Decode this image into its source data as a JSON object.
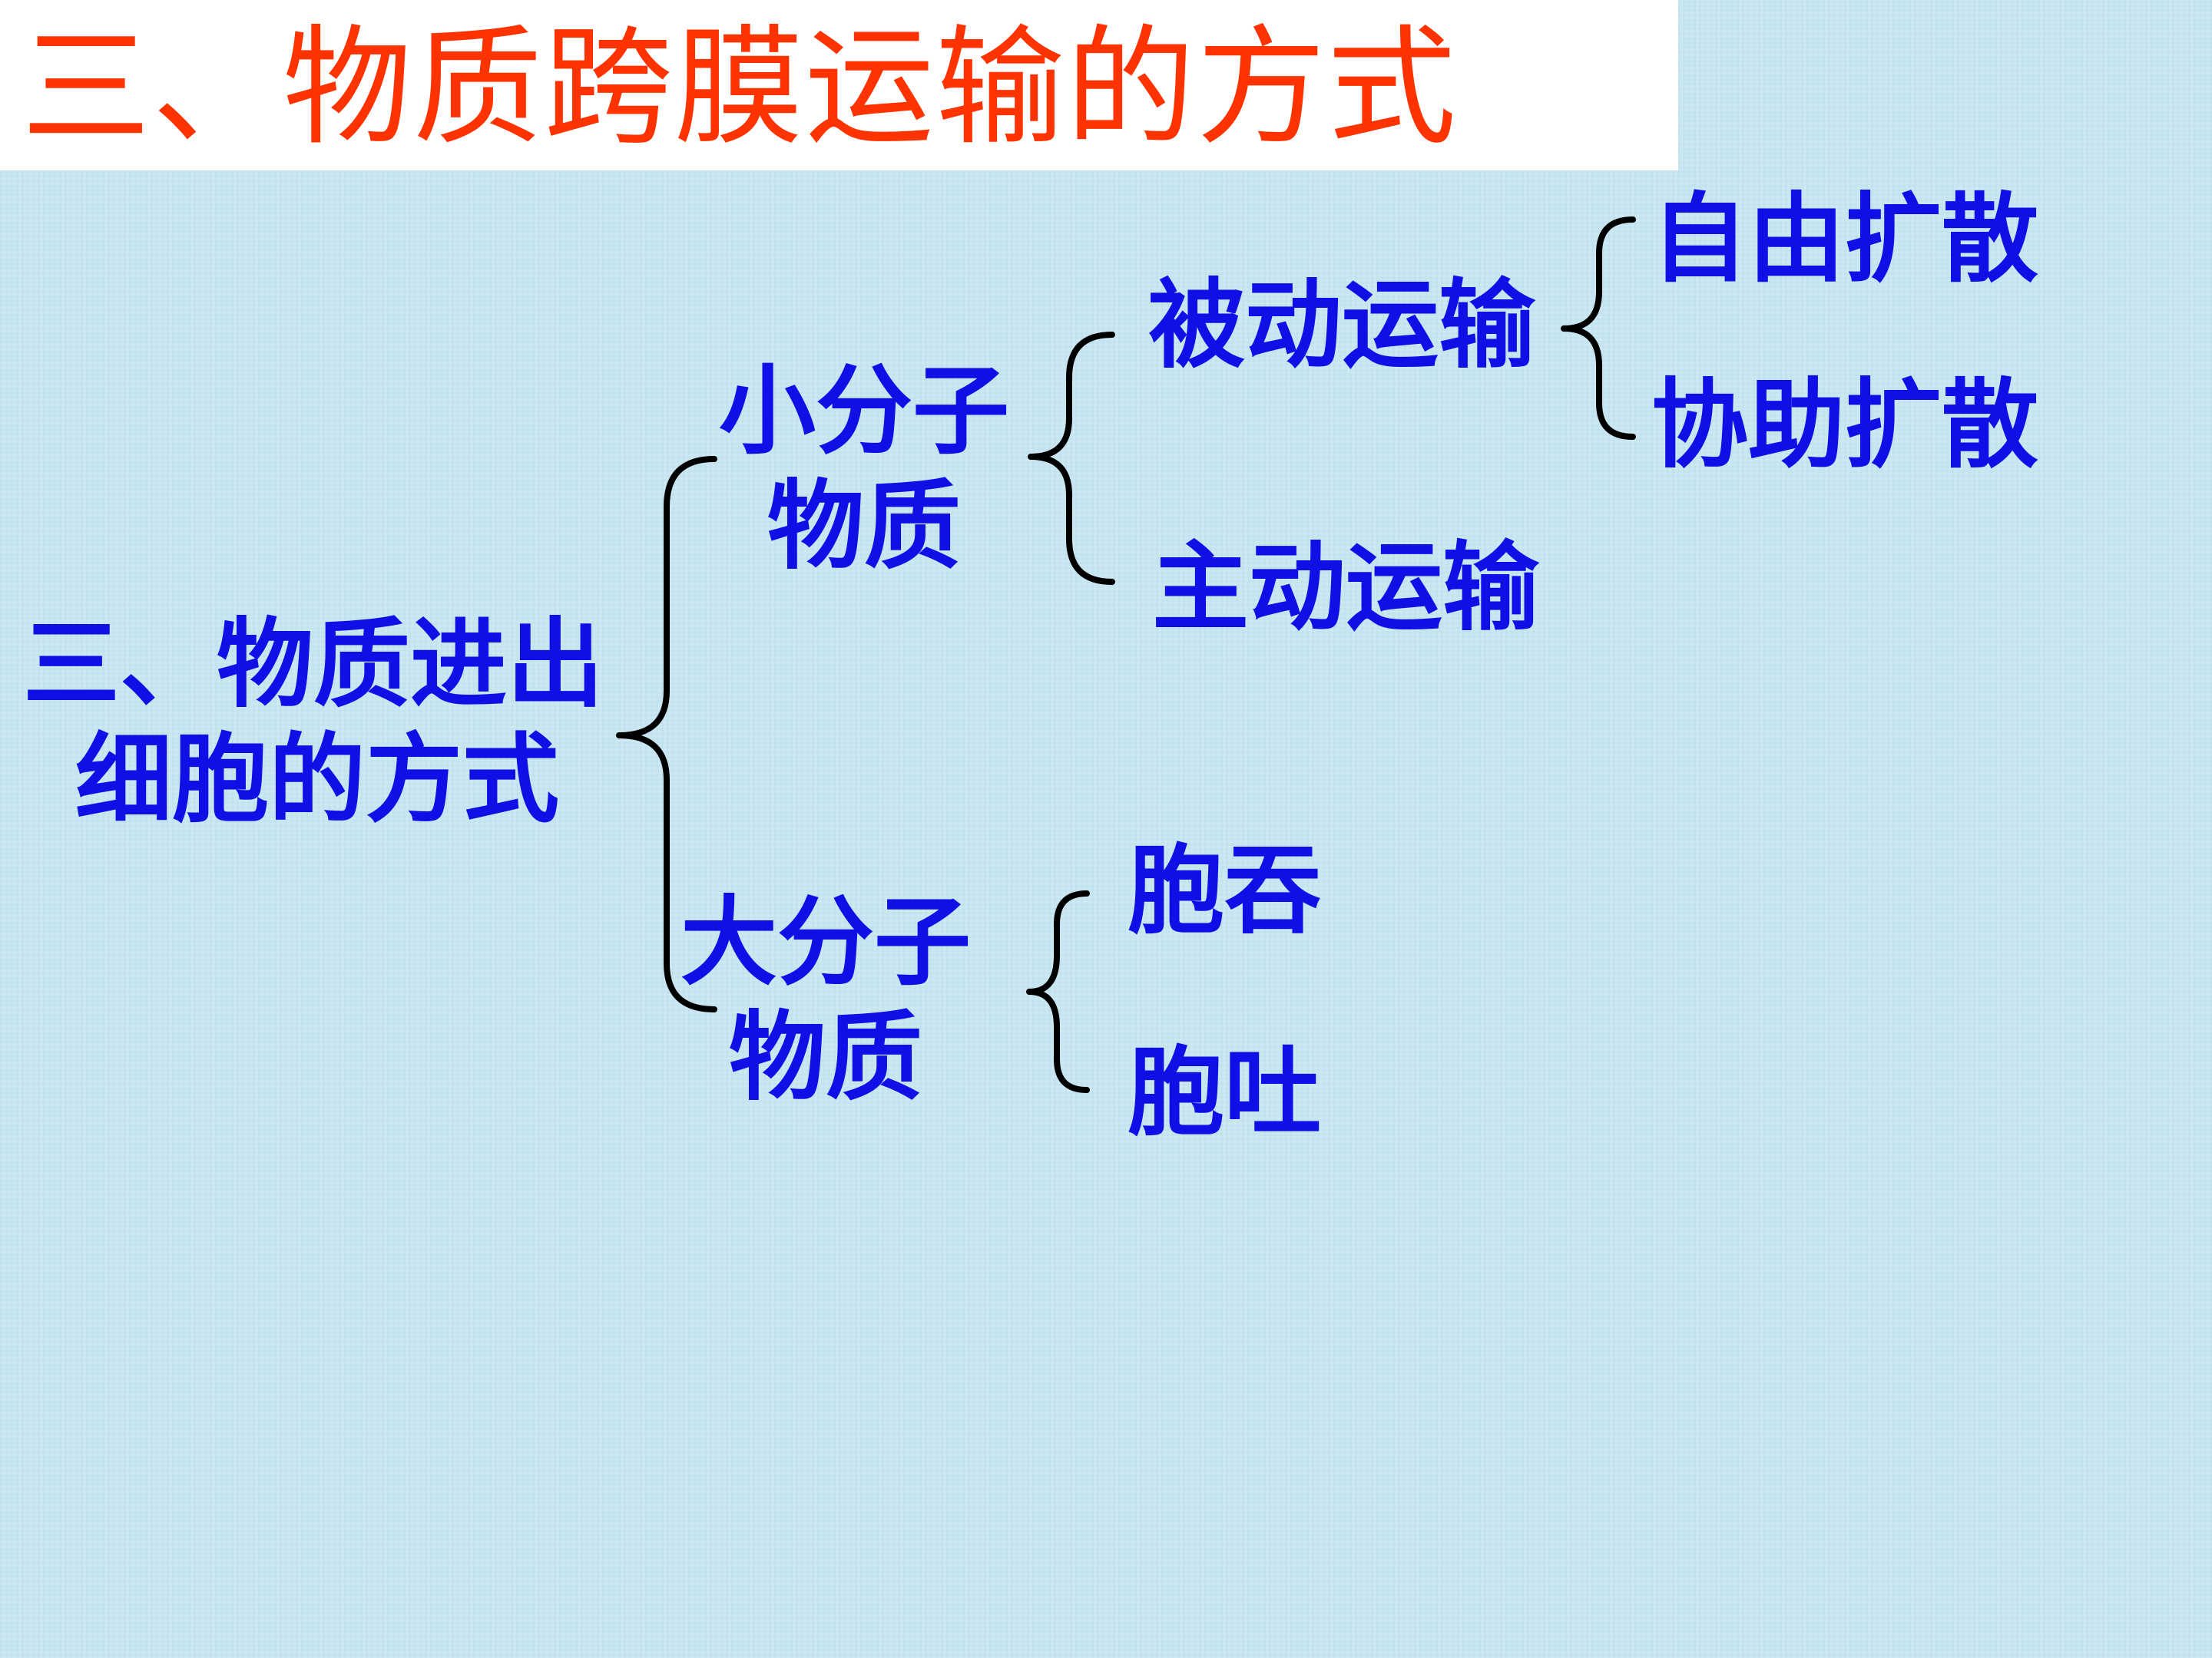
{
  "title": "三、物质跨膜运输的方式",
  "root": {
    "line1": "三、物质进出",
    "line2": "细胞的方式"
  },
  "small_molecule": {
    "line1": "小分子",
    "line2": "物质"
  },
  "large_molecule": {
    "line1": "大分子",
    "line2": "物质"
  },
  "passive_transport": "被动运输",
  "active_transport": "主动运输",
  "free_diffusion": "自由扩散",
  "facilitated_diffusion": "协助扩散",
  "endocytosis": "胞吞",
  "exocytosis": "胞吐",
  "colors": {
    "title": "#ff3300",
    "node_text": "#1010e6",
    "brace": "#000000",
    "background": "#c8e6f2"
  }
}
